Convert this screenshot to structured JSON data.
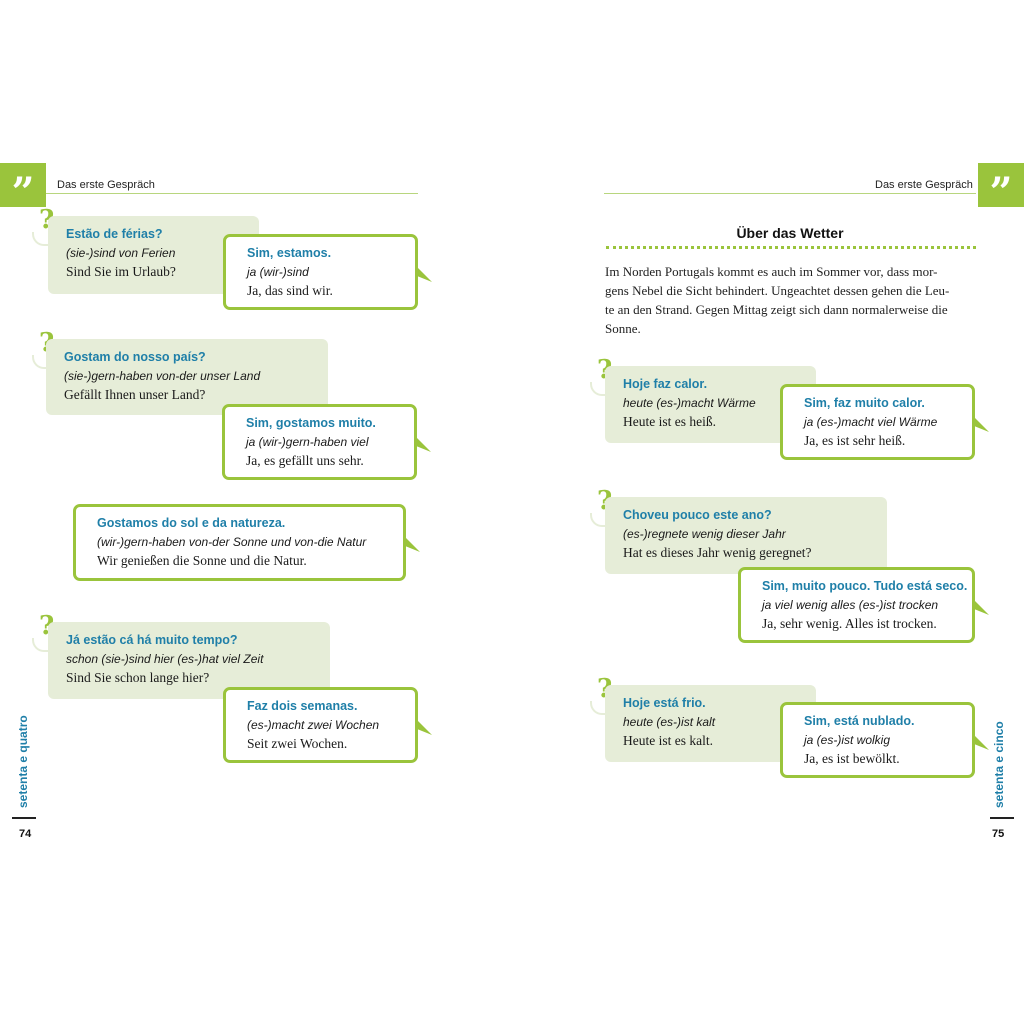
{
  "colors": {
    "accent": "#9ac43c",
    "blue": "#1f7fa8",
    "bubble": "#e6edd8"
  },
  "left": {
    "running_head": "Das erste Gespräch",
    "side_label": "setenta e quatro",
    "page_number": "74",
    "dialogues": [
      {
        "q": [
          "Estão de férias?",
          "(sie-)sind von Ferien",
          "Sind Sie im Urlaub?"
        ],
        "a": [
          "Sim, estamos.",
          "ja (wir-)sind",
          "Ja, das sind wir."
        ]
      },
      {
        "q": [
          "Gostam do nosso país?",
          "(sie-)gern-haben von-der unser Land",
          "Gefällt Ihnen unser Land?"
        ],
        "a": [
          "Sim, gostamos muito.",
          "ja (wir-)gern-haben viel",
          "Ja, es gefällt uns sehr."
        ]
      },
      {
        "a": [
          "Gostamos do sol e da natureza.",
          "(wir-)gern-haben von-der Sonne und von-die Natur",
          "Wir genießen die Sonne und die Natur."
        ]
      },
      {
        "q": [
          "Já estão cá há muito tempo?",
          "schon (sie-)sind hier (es-)hat viel Zeit",
          "Sind Sie schon lange hier?"
        ],
        "a": [
          "Faz dois semanas.",
          "(es-)macht zwei Wochen",
          "Seit zwei Wochen."
        ]
      }
    ]
  },
  "right": {
    "running_head": "Das erste Gespräch",
    "side_label": "setenta e cinco",
    "page_number": "75",
    "title": "Über das Wetter",
    "intro": [
      "Im Norden Portugals kommt es auch im Sommer vor, dass mor-",
      "gens Nebel die Sicht behindert. Ungeachtet dessen gehen die Leu-",
      "te an den Strand. Gegen Mittag zeigt sich dann normalerweise die",
      "Sonne."
    ],
    "dialogues": [
      {
        "q": [
          "Hoje faz calor.",
          "heute (es-)macht Wärme",
          "Heute ist es heiß."
        ],
        "a": [
          "Sim, faz muito calor.",
          "ja (es-)macht viel Wärme",
          "Ja, es ist sehr heiß."
        ]
      },
      {
        "q": [
          "Choveu pouco este ano?",
          "(es-)regnete wenig dieser Jahr",
          "Hat es dieses Jahr wenig geregnet?"
        ],
        "a": [
          "Sim, muito pouco. Tudo está seco.",
          "ja viel wenig alles (es-)ist trocken",
          "Ja, sehr wenig. Alles ist trocken."
        ]
      },
      {
        "q": [
          "Hoje está frio.",
          "heute (es-)ist kalt",
          "Heute ist es kalt."
        ],
        "a": [
          "Sim, está nublado.",
          "ja (es-)ist wolkig",
          "Ja, es ist bewölkt."
        ]
      }
    ]
  }
}
